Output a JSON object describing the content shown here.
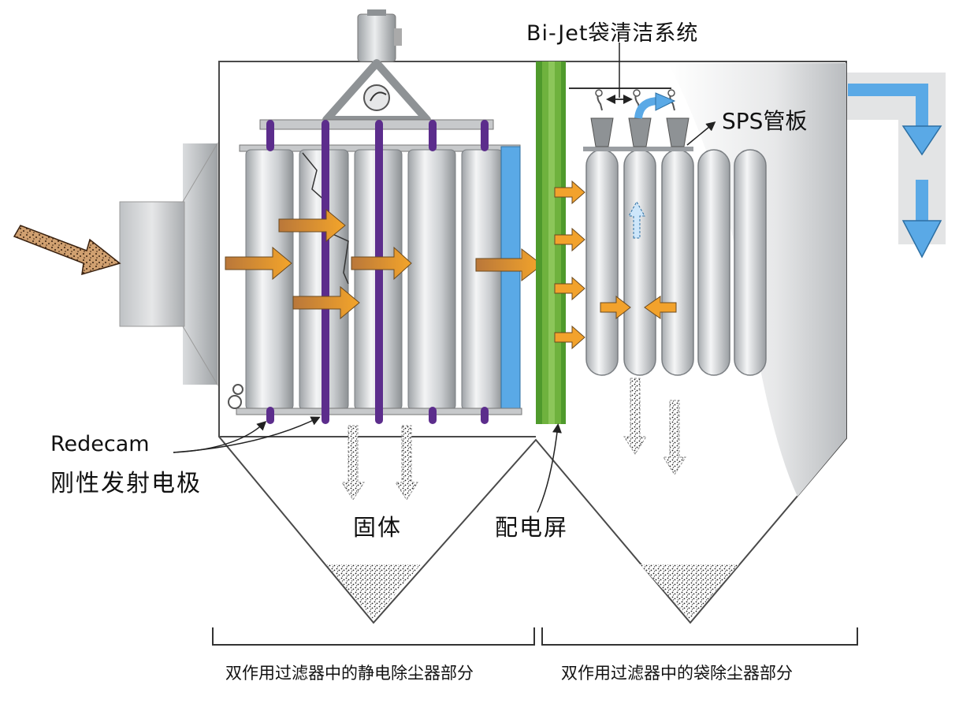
{
  "labels": {
    "bijet_system": "Bi-Jet袋清洁系统",
    "sps_tubesheet": "SPS管板",
    "redecam": "Redecam",
    "rigid_electrode": "刚性发射电极",
    "solids": "固体",
    "distribution_screen": "配电屏",
    "esp_section": "双作用过滤器中的静电除尘器部分",
    "bag_section": "双作用过滤器中的袋除尘器部分"
  },
  "colors": {
    "flow_arrow": "#F2A22C",
    "inlet_arrow": "#9B5A1E",
    "discharge_electrode": "#5C2D8C",
    "blue_plate": "#5AA9E6",
    "screen_green": "#6FB23E",
    "outlet_blue": "#5AA9E6",
    "housing_gray": "#C8CACC"
  }
}
